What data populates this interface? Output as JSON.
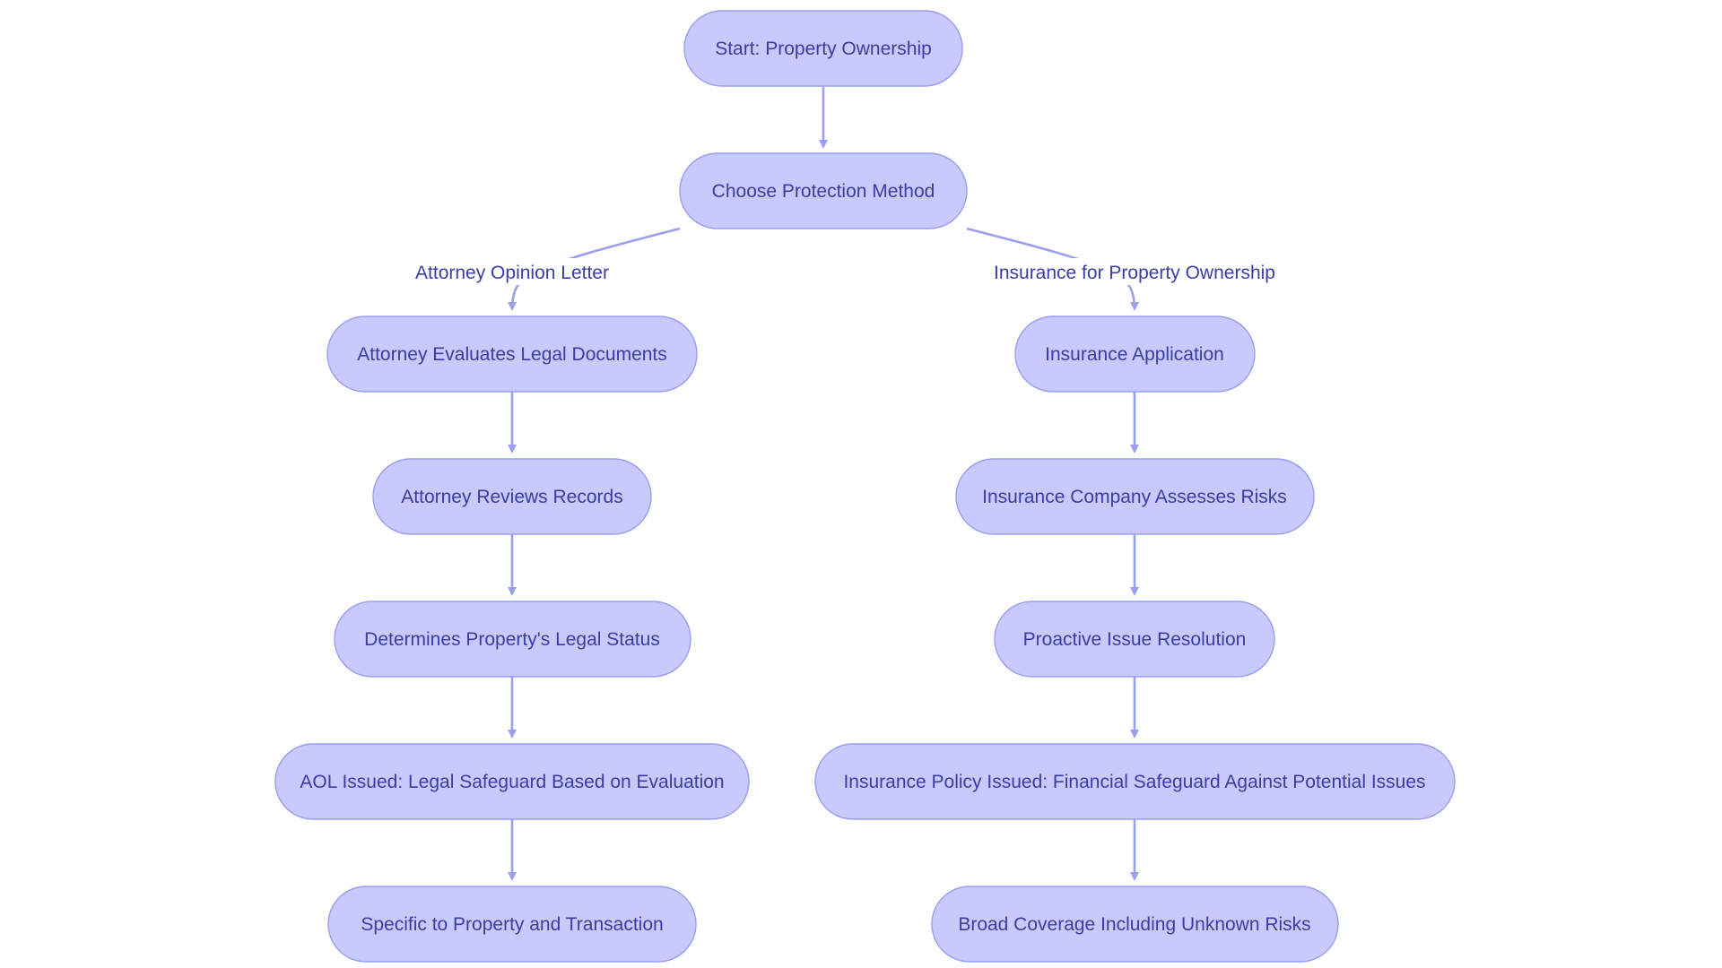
{
  "flowchart": {
    "nodes": {
      "start": "Start: Property Ownership",
      "choose": "Choose Protection Method",
      "attorney_evaluates": "Attorney Evaluates Legal Documents",
      "attorney_reviews": "Attorney Reviews Records",
      "determines_status": "Determines Property's Legal Status",
      "aol_issued": "AOL Issued: Legal Safeguard Based on Evaluation",
      "specific": "Specific to Property and Transaction",
      "insurance_application": "Insurance Application",
      "insurance_assesses": "Insurance Company Assesses Risks",
      "proactive": "Proactive Issue Resolution",
      "policy_issued": "Insurance Policy Issued: Financial Safeguard Against Potential Issues",
      "broad_coverage": "Broad Coverage Including Unknown Risks"
    },
    "edge_labels": {
      "attorney_branch": "Attorney Opinion Letter",
      "insurance_branch": "Insurance for Property Ownership"
    },
    "colors": {
      "node_fill": "#c8c9fc",
      "node_stroke": "#9a9ef0",
      "text": "#3a3ea4",
      "edge": "#9ba0ec"
    }
  }
}
